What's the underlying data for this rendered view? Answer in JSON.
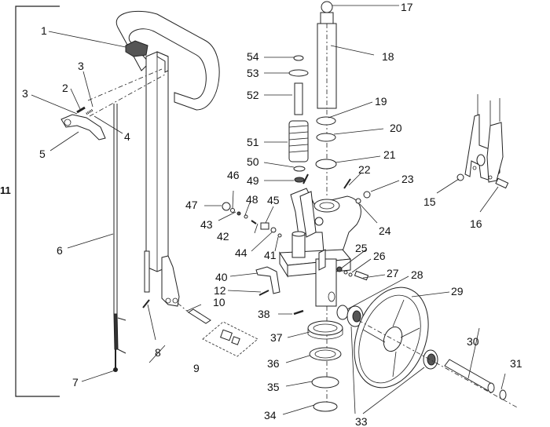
{
  "diagram": {
    "type": "exploded-parts-diagram",
    "group_label": "11",
    "callouts": [
      {
        "id": "1",
        "label": "1"
      },
      {
        "id": "2",
        "label": "2"
      },
      {
        "id": "3a",
        "label": "3"
      },
      {
        "id": "3b",
        "label": "3"
      },
      {
        "id": "4",
        "label": "4"
      },
      {
        "id": "5",
        "label": "5"
      },
      {
        "id": "6",
        "label": "6"
      },
      {
        "id": "7",
        "label": "7"
      },
      {
        "id": "8",
        "label": "8"
      },
      {
        "id": "9",
        "label": "9"
      },
      {
        "id": "10",
        "label": "10"
      },
      {
        "id": "12",
        "label": "12"
      },
      {
        "id": "15",
        "label": "15"
      },
      {
        "id": "16",
        "label": "16"
      },
      {
        "id": "17",
        "label": "17"
      },
      {
        "id": "18",
        "label": "18"
      },
      {
        "id": "19",
        "label": "19"
      },
      {
        "id": "20",
        "label": "20"
      },
      {
        "id": "21",
        "label": "21"
      },
      {
        "id": "22",
        "label": "22"
      },
      {
        "id": "23",
        "label": "23"
      },
      {
        "id": "24",
        "label": "24"
      },
      {
        "id": "25",
        "label": "25"
      },
      {
        "id": "26",
        "label": "26"
      },
      {
        "id": "27",
        "label": "27"
      },
      {
        "id": "28",
        "label": "28"
      },
      {
        "id": "29",
        "label": "29"
      },
      {
        "id": "30",
        "label": "30"
      },
      {
        "id": "31",
        "label": "31"
      },
      {
        "id": "33",
        "label": "33"
      },
      {
        "id": "34",
        "label": "34"
      },
      {
        "id": "35",
        "label": "35"
      },
      {
        "id": "36",
        "label": "36"
      },
      {
        "id": "37",
        "label": "37"
      },
      {
        "id": "38",
        "label": "38"
      },
      {
        "id": "40",
        "label": "40"
      },
      {
        "id": "41",
        "label": "41"
      },
      {
        "id": "42",
        "label": "42"
      },
      {
        "id": "43",
        "label": "43"
      },
      {
        "id": "44",
        "label": "44"
      },
      {
        "id": "45",
        "label": "45"
      },
      {
        "id": "46",
        "label": "46"
      },
      {
        "id": "47",
        "label": "47"
      },
      {
        "id": "48",
        "label": "48"
      },
      {
        "id": "49",
        "label": "49"
      },
      {
        "id": "50",
        "label": "50"
      },
      {
        "id": "51",
        "label": "51"
      },
      {
        "id": "52",
        "label": "52"
      },
      {
        "id": "53",
        "label": "53"
      },
      {
        "id": "54",
        "label": "54"
      }
    ]
  }
}
